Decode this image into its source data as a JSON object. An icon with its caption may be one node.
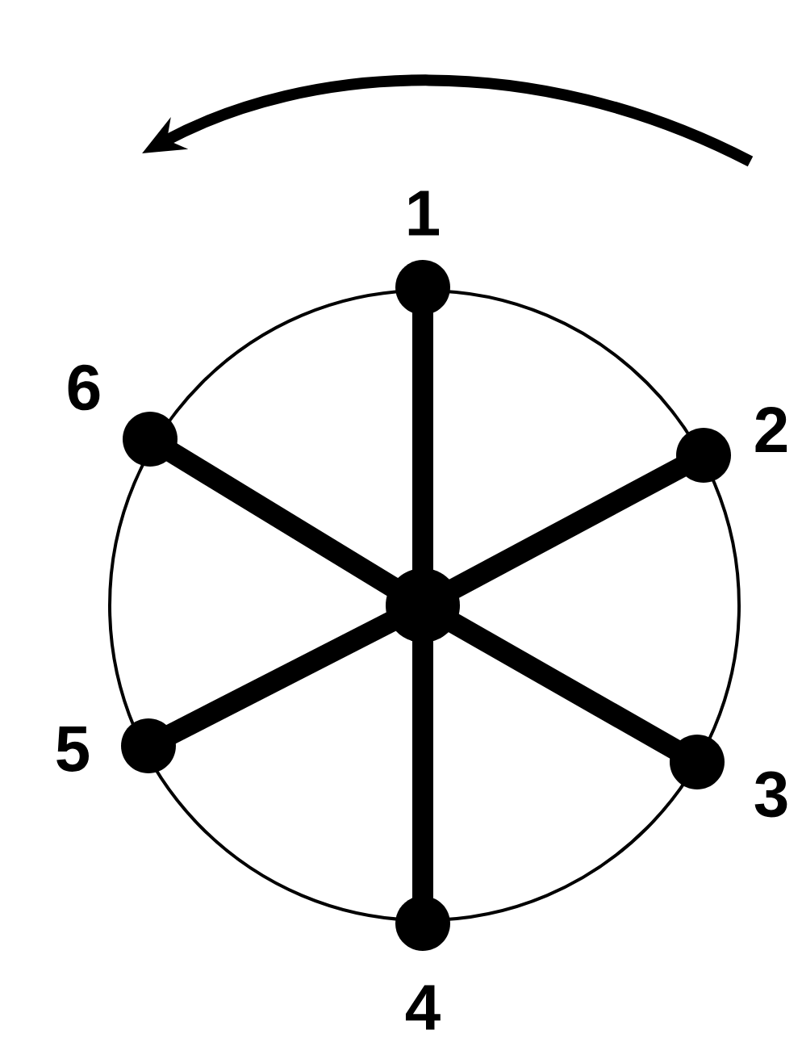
{
  "diagram": {
    "nodes": [
      {
        "text": [],
        "shape": "circle"
      },
      {
        "text": [],
        "shape": "circle",
        "beside": [
          "1"
        ]
      },
      {
        "text": [],
        "shape": "circle",
        "beside": [
          "2"
        ]
      },
      {
        "text": [],
        "shape": "circle",
        "beside": [
          "3"
        ]
      },
      {
        "text": [],
        "shape": "circle",
        "beside": [
          "4"
        ]
      },
      {
        "text": [],
        "shape": "circle",
        "beside": [
          "5"
        ]
      },
      {
        "text": [],
        "shape": "circle",
        "beside": [
          "6"
        ]
      }
    ],
    "edges": [
      {
        "from": 0,
        "to": 1,
        "arrow": "none"
      },
      {
        "from": 0,
        "to": 2,
        "arrow": "none"
      },
      {
        "from": 0,
        "to": 3,
        "arrow": "none"
      },
      {
        "from": 0,
        "to": 4,
        "arrow": "none"
      },
      {
        "from": 0,
        "to": 5,
        "arrow": "none"
      },
      {
        "from": 0,
        "to": 6,
        "arrow": "none"
      }
    ]
  }
}
